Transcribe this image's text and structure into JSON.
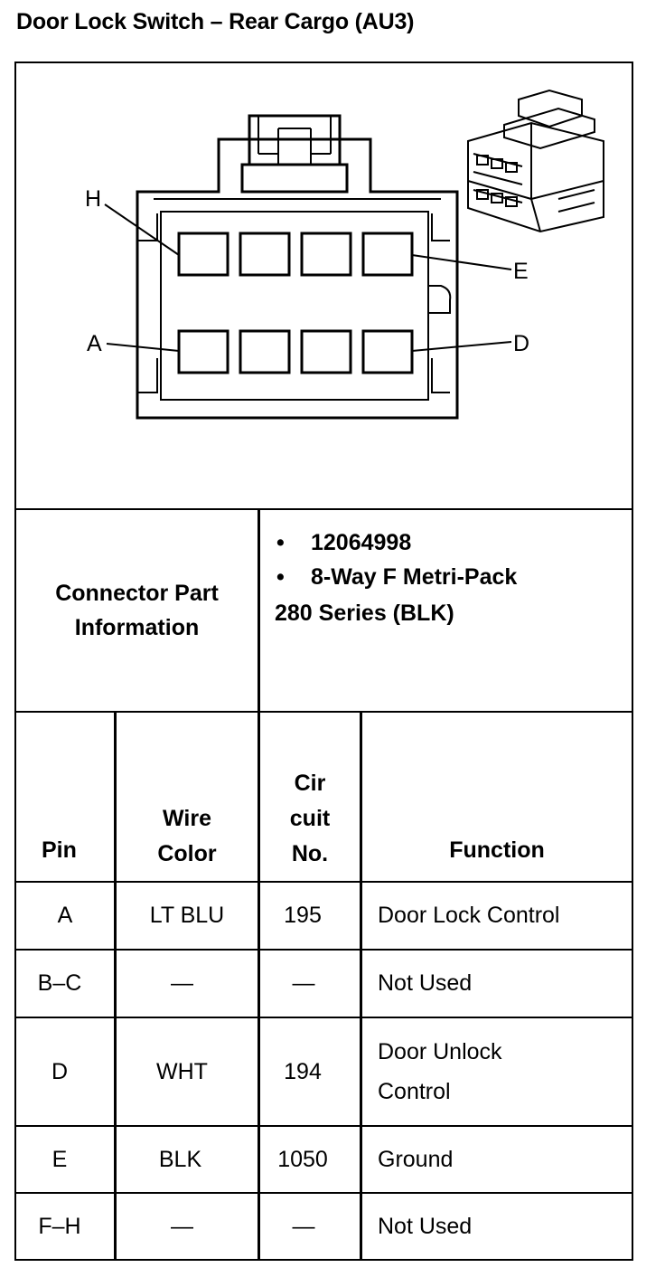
{
  "title": "Door Lock Switch – Rear Cargo (AU3)",
  "diagram": {
    "pin_labels": {
      "h": "H",
      "a": "A",
      "e": "E",
      "d": "D"
    }
  },
  "connector": {
    "label_line1": "Connector Part",
    "label_line2": "Information",
    "bullet": "•",
    "items": [
      "12064998",
      "8-Way F Metri-Pack"
    ],
    "continuation": "280 Series (BLK)"
  },
  "table": {
    "headers": {
      "pin": "Pin",
      "wire_color": [
        "Wire",
        "Color"
      ],
      "circuit": [
        "Cir",
        "cuit",
        "No."
      ],
      "function": "Function"
    },
    "rows": [
      {
        "pin": "A",
        "color": "LT BLU",
        "circuit": "195",
        "function": [
          "Door Lock Control"
        ]
      },
      {
        "pin": "B–C",
        "color": "—",
        "circuit": "—",
        "function": [
          "Not Used"
        ]
      },
      {
        "pin": "D",
        "color": "WHT",
        "circuit": "194",
        "function": [
          "Door Unlock",
          "Control"
        ]
      },
      {
        "pin": "E",
        "color": "BLK",
        "circuit": "1050",
        "function": [
          "Ground"
        ]
      },
      {
        "pin": "F–H",
        "color": "—",
        "circuit": "—",
        "function": [
          "Not Used"
        ]
      }
    ]
  }
}
